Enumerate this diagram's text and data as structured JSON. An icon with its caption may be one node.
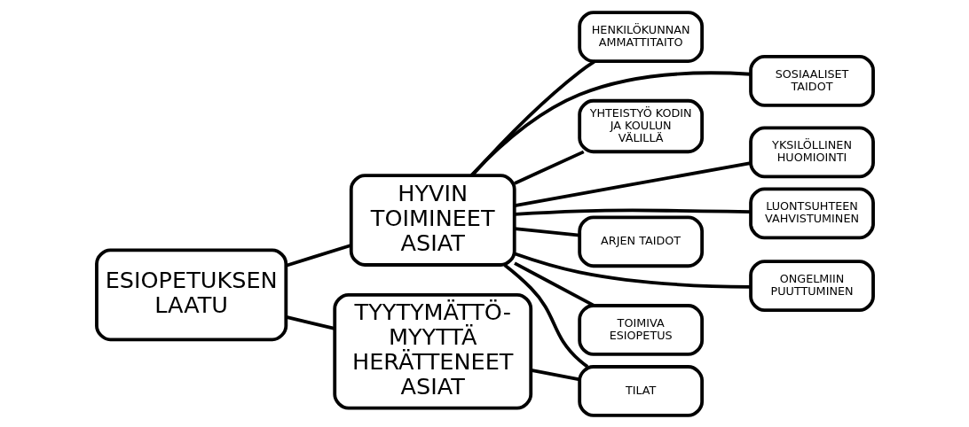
{
  "diagram": {
    "nodes": [
      {
        "text": [
          "ESIOPETUKSEN LAATU"
        ]
      },
      {
        "text": [
          "HYVIN TOIMINEET ASIAT"
        ]
      },
      {
        "text": [
          "TYYTYMÄTTÖ- MYYTTÄ HERÄTTENEET ASIAT"
        ]
      },
      {
        "text": [
          "HENKILÖKUNNAN AMMATTITAITO"
        ]
      },
      {
        "text": [
          "SOSIAALISET TAIDOT"
        ]
      },
      {
        "text": [
          "YHTEISTYÖ KODIN JA KOULUN VÄLILLÄ"
        ]
      },
      {
        "text": [
          "YKSILÖLLINEN HUOMIOINTI"
        ]
      },
      {
        "text": [
          "LUONTSUHTEEN VAHVISTUMINEN"
        ]
      },
      {
        "text": [
          "ARJEN TAIDOT"
        ]
      },
      {
        "text": [
          "ONGELMIIN PUUTTUMINEN"
        ]
      },
      {
        "text": [
          "TOIMIVA ESIOPETUS"
        ]
      },
      {
        "text": [
          "TILAT"
        ]
      }
    ],
    "edges": [
      {
        "from": 0,
        "to": 1,
        "arrow": "none"
      },
      {
        "from": 0,
        "to": 2,
        "arrow": "none"
      },
      {
        "from": 1,
        "to": 3,
        "arrow": "none"
      },
      {
        "from": 1,
        "to": 4,
        "arrow": "none"
      },
      {
        "from": 1,
        "to": 5,
        "arrow": "none"
      },
      {
        "from": 1,
        "to": 6,
        "arrow": "none"
      },
      {
        "from": 1,
        "to": 7,
        "arrow": "none"
      },
      {
        "from": 1,
        "to": 8,
        "arrow": "none"
      },
      {
        "from": 1,
        "to": 9,
        "arrow": "none"
      },
      {
        "from": 1,
        "to": 10,
        "arrow": "none"
      },
      {
        "from": 1,
        "to": 11,
        "arrow": "none"
      },
      {
        "from": 2,
        "to": 11,
        "arrow": "none"
      }
    ]
  }
}
